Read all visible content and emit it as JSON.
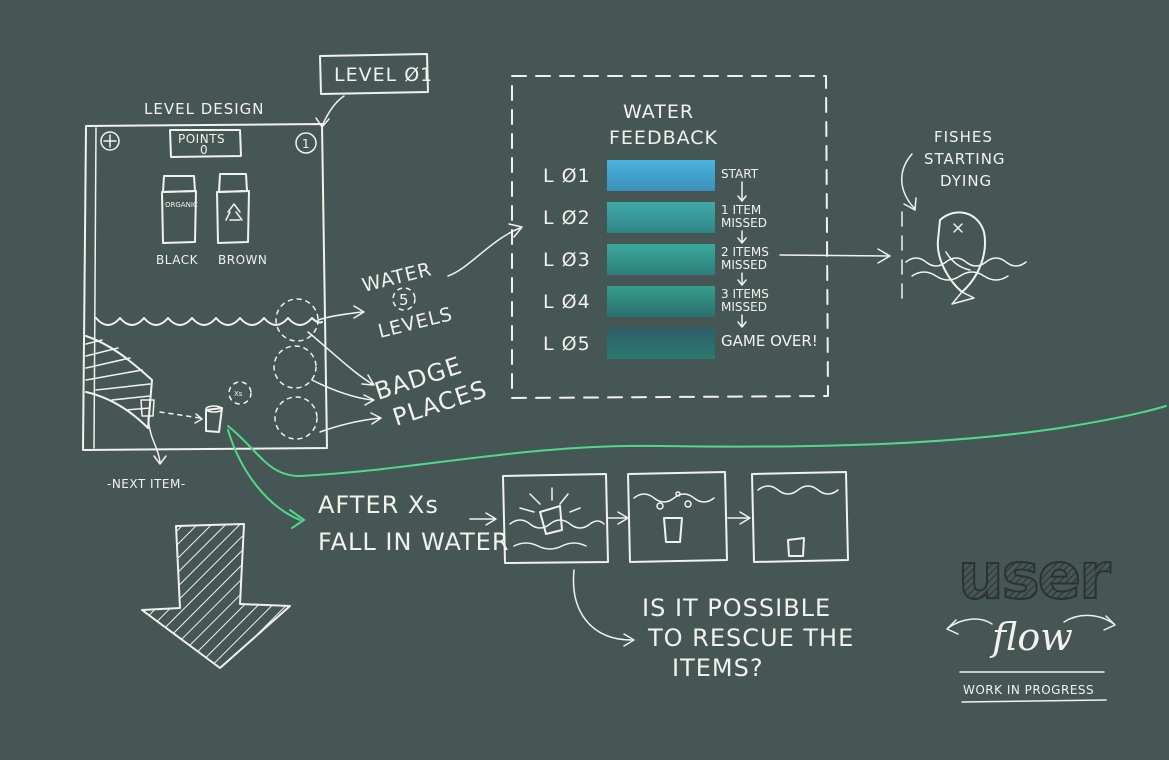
{
  "level_badge": "LEVEL Ø1",
  "level_design": {
    "title": "LEVEL DESIGN",
    "points_label": "POINTS",
    "points_value": "0",
    "level_number": "1",
    "bins": [
      {
        "label": "BLACK",
        "bin_text": "ORGANIC"
      },
      {
        "label": "BROWN",
        "bin_text": ""
      }
    ],
    "next_item": "-NEXT ITEM-",
    "timer": "Xs"
  },
  "water_levels": {
    "line1": "WATER",
    "count": "5",
    "line2": "LEVELS"
  },
  "badge_places": {
    "line1": "BADGE",
    "line2": "PLACES"
  },
  "water_feedback": {
    "title_line1": "WATER",
    "title_line2": "FEEDBACK",
    "rows": [
      {
        "level": "L Ø1",
        "status_line1": "START",
        "status_line2": "",
        "color_top": "#4bb3dc",
        "color_bottom": "#3a90b8"
      },
      {
        "level": "L Ø2",
        "status_line1": "1 ITEM",
        "status_line2": "MISSED",
        "color_top": "#43a9a9",
        "color_bottom": "#2f8686"
      },
      {
        "level": "L Ø3",
        "status_line1": "2 ITEMS",
        "status_line2": "MISSED",
        "color_top": "#3aa89a",
        "color_bottom": "#2c7f7b"
      },
      {
        "level": "L Ø4",
        "status_line1": "3 ITEMS",
        "status_line2": "MISSED",
        "color_top": "#379e8c",
        "color_bottom": "#2b6f6e"
      },
      {
        "level": "L Ø5",
        "status_line1": "GAME OVER!",
        "status_line2": "",
        "color_top": "#2d5f6b",
        "color_bottom": "#2a7a6e"
      }
    ]
  },
  "fishes": {
    "line1": "FISHES",
    "line2": "STARTING",
    "line3": "DYING"
  },
  "after": {
    "line1": "AFTER Xs",
    "line2": "FALL IN WATER"
  },
  "question": {
    "line1": "IS IT POSSIBLE",
    "line2": "TO RESCUE THE",
    "line3": "ITEMS?"
  },
  "logo": {
    "word1": "user",
    "word2": "flow",
    "subtitle": "WORK IN PROGRESS"
  },
  "colors": {
    "background": "#465655",
    "ink": "#f2f2ec",
    "flow_line": "#4fd98a"
  }
}
